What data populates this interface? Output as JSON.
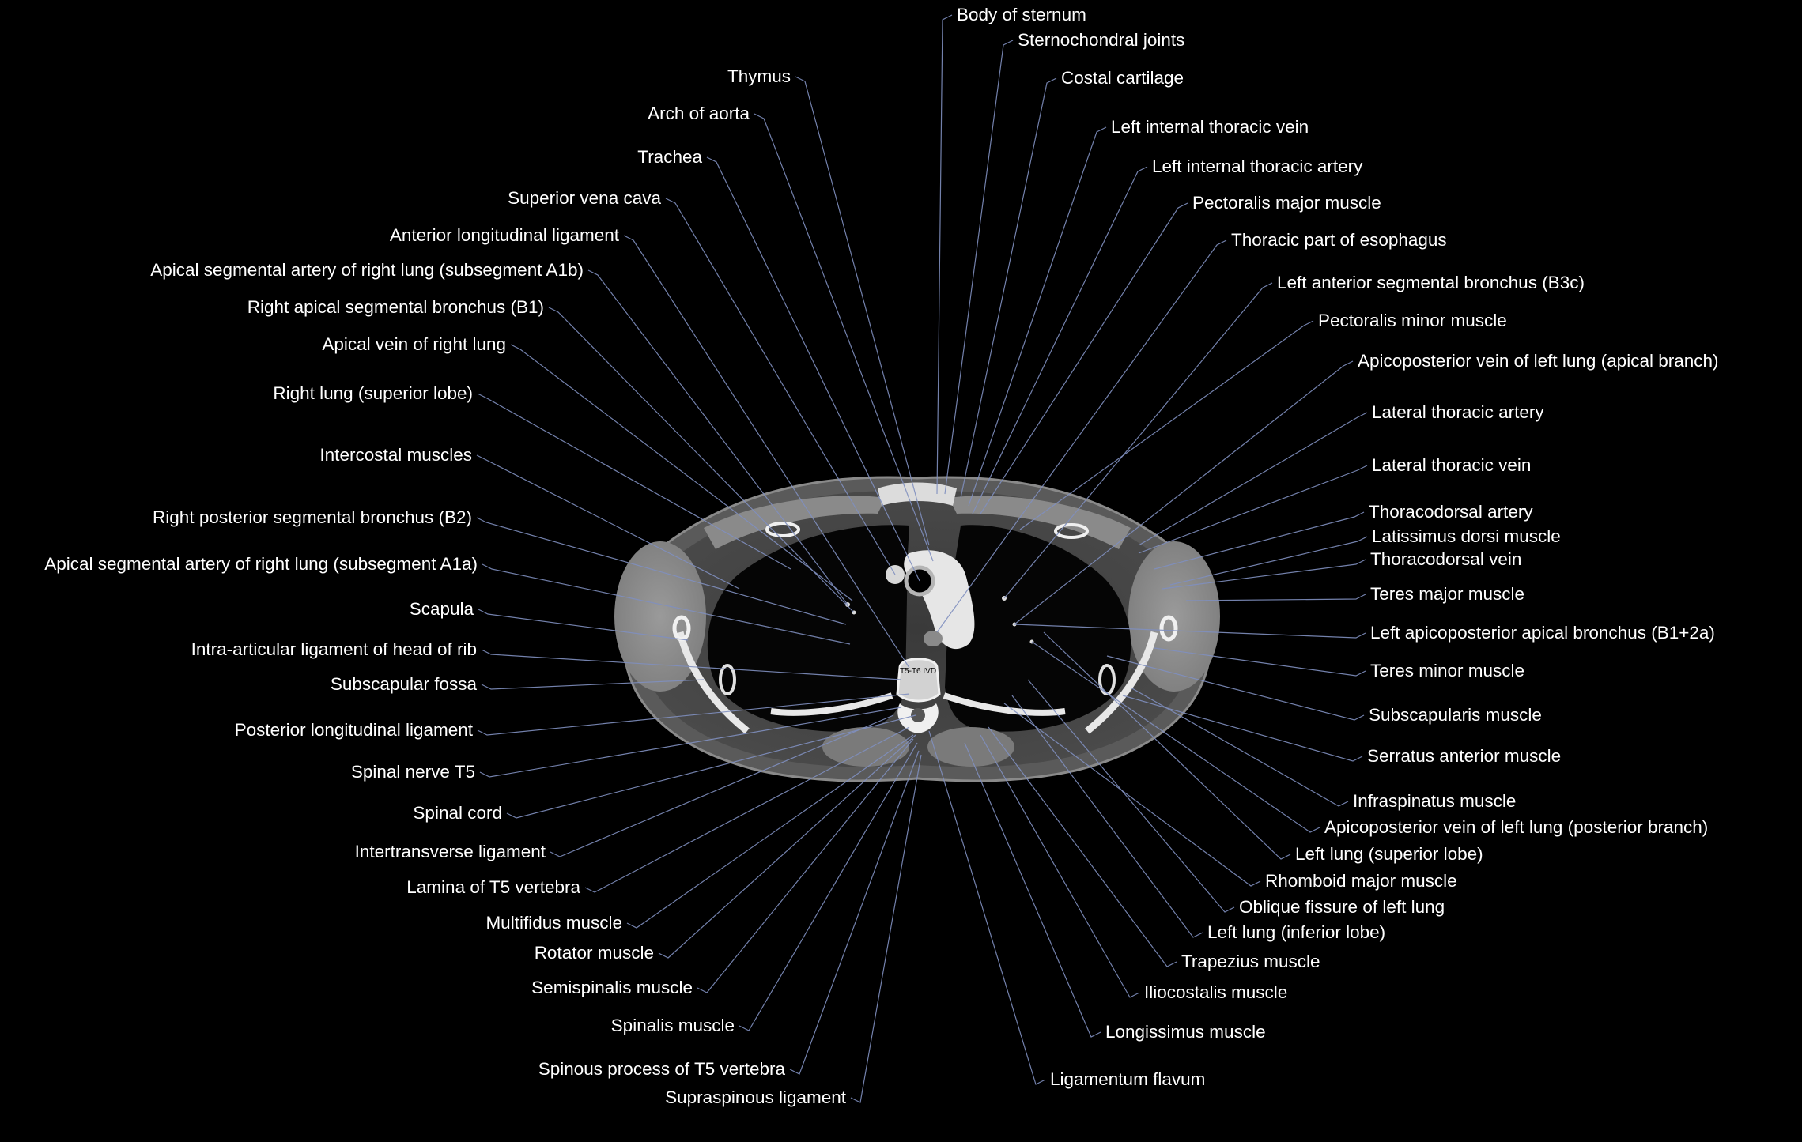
{
  "level_marker": "T5-T6 IVD",
  "labels_left": [
    "Thymus",
    "Arch of aorta",
    "Trachea",
    "Superior vena cava",
    "Anterior longitudinal ligament",
    "Apical segmental artery of right lung (subsegment A1b)",
    "Right apical segmental bronchus (B1)",
    "Apical vein of right lung",
    "Right lung (superior lobe)",
    "Intercostal muscles",
    "Right posterior segmental bronchus (B2)",
    "Apical segmental artery of right lung (subsegment A1a)",
    "Scapula",
    "Intra-articular ligament of head of rib",
    "Subscapular fossa",
    "Posterior longitudinal ligament",
    "Spinal nerve T5",
    "Spinal cord",
    "Intertransverse ligament",
    "Lamina of T5 vertebra",
    "Multifidus muscle",
    "Rotator muscle",
    "Semispinalis muscle",
    "Spinalis muscle",
    "Spinous process of T5 vertebra",
    "Supraspinous ligament"
  ],
  "labels_right": [
    "Body of sternum",
    "Sternochondral joints",
    "Costal cartilage",
    "Left internal thoracic vein",
    "Left internal thoracic artery",
    "Pectoralis major muscle",
    "Thoracic part of esophagus",
    "Left anterior segmental bronchus (B3c)",
    "Pectoralis minor muscle",
    "Apicoposterior vein of left lung (apical branch)",
    "Lateral thoracic artery",
    "Lateral thoracic vein",
    "Thoracodorsal artery",
    "Latissimus dorsi muscle",
    "Thoracodorsal vein",
    "Teres major muscle",
    "Left apicoposterior apical bronchus (B1+2a)",
    "Teres minor muscle",
    "Subscapularis muscle",
    "Serratus anterior muscle",
    "Infraspinatus muscle",
    "Apicoposterior vein of left lung (posterior branch)",
    "Left lung (superior lobe)",
    "Rhomboid major muscle",
    "Oblique fissure of left lung",
    "Left lung (inferior lobe)",
    "Trapezius muscle",
    "Iliocostalis muscle",
    "Longissimus muscle",
    "Ligamentum flavum"
  ]
}
